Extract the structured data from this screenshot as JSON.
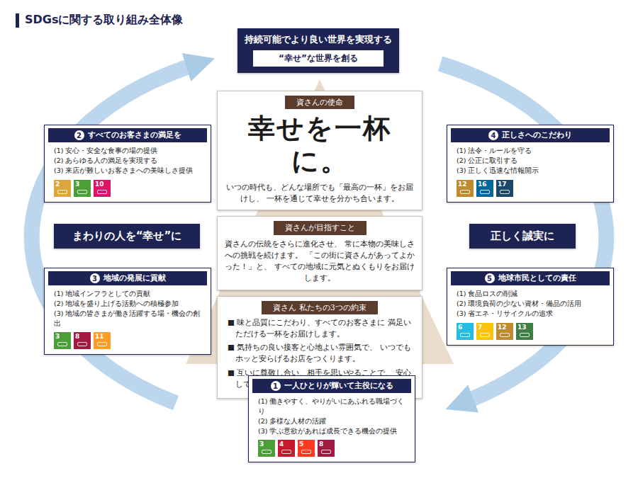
{
  "diagram": {
    "title": "SDGsに関する取り組み全体像",
    "nodes": [
      {
        "text": [
          "持続可能でより良い世界を実現する"
        ]
      },
      {
        "text": [
          "“幸せ”な世界を創る"
        ],
        "in": 0
      },
      {
        "text": [
          "資さんの使命",
          "幸せを一杯に。",
          "いつの時代も、どんな場所でも「最高の一杯」をお届けし、 一杯を通じて幸せを分かち合います。"
        ]
      },
      {
        "text": [
          "資さんが目指すこと",
          "資さんの伝統をさらに進化させ、 常に本物の美味しさへの挑戦を続けます。 「この街に資さんがあってよかった！」と、 すべての地域に元気とぬくもりをお届けします。"
        ]
      },
      {
        "text": [
          "資さん 私たちの3つの約束",
          "■ 味と品質にこだわり、すべてのお客さまに 満足いただける一杯をお届けします。",
          "■ 気持ちの良い接客と心地よい雰囲気で、 いつでもホッと安らげるお店をつくります。",
          "■ 互いに尊敬し合い、相手を思いやることで、 安心して働ける職場をつくります。"
        ]
      },
      {
        "text": [
          "2",
          "すべてのお客さまの満足を",
          "(1) 安心・安全な食事の場の提供",
          "(2) あらゆる人の満足を実現する",
          "(3) 来店が難しいお客さまへの美味しさ提供"
        ]
      },
      {
        "text": [
          "まわりの人を“幸せ”に"
        ]
      },
      {
        "text": [
          "3",
          "地域の発展に貢献",
          "(1) 地域インフラとしての貢献",
          "(2) 地域を盛り上げる活動への積極参加",
          "(3) 地域の皆さまが働き活躍する場・機会の創出"
        ]
      },
      {
        "text": [
          "4",
          "正しさへのこだわり",
          "(1) 法令・ルールを守る",
          "(2) 公正に取引する",
          "(3) 正しく迅速な情報開示"
        ]
      },
      {
        "text": [
          "正しく誠実に"
        ]
      },
      {
        "text": [
          "5",
          "地球市民としての責任",
          "(1) 食品ロスの削減",
          "(2) 環境負荷の少ない資材・備品の活用",
          "(3) 省エネ・リサイクルの追求"
        ]
      },
      {
        "text": [
          "1",
          "一人ひとりが輝いて主役になる",
          "(1) 働きやすく、やりがいにあふれる職場づくり",
          "(2) 多様な人材の活躍",
          "(3) 学ぶ意欲があれば成長できる機会の提供"
        ]
      }
    ],
    "labels": [
      "2",
      "3",
      "10",
      "3",
      "8",
      "11",
      "12",
      "16",
      "17",
      "6",
      "7",
      "12",
      "13",
      "3",
      "4",
      "5",
      "8"
    ]
  }
}
